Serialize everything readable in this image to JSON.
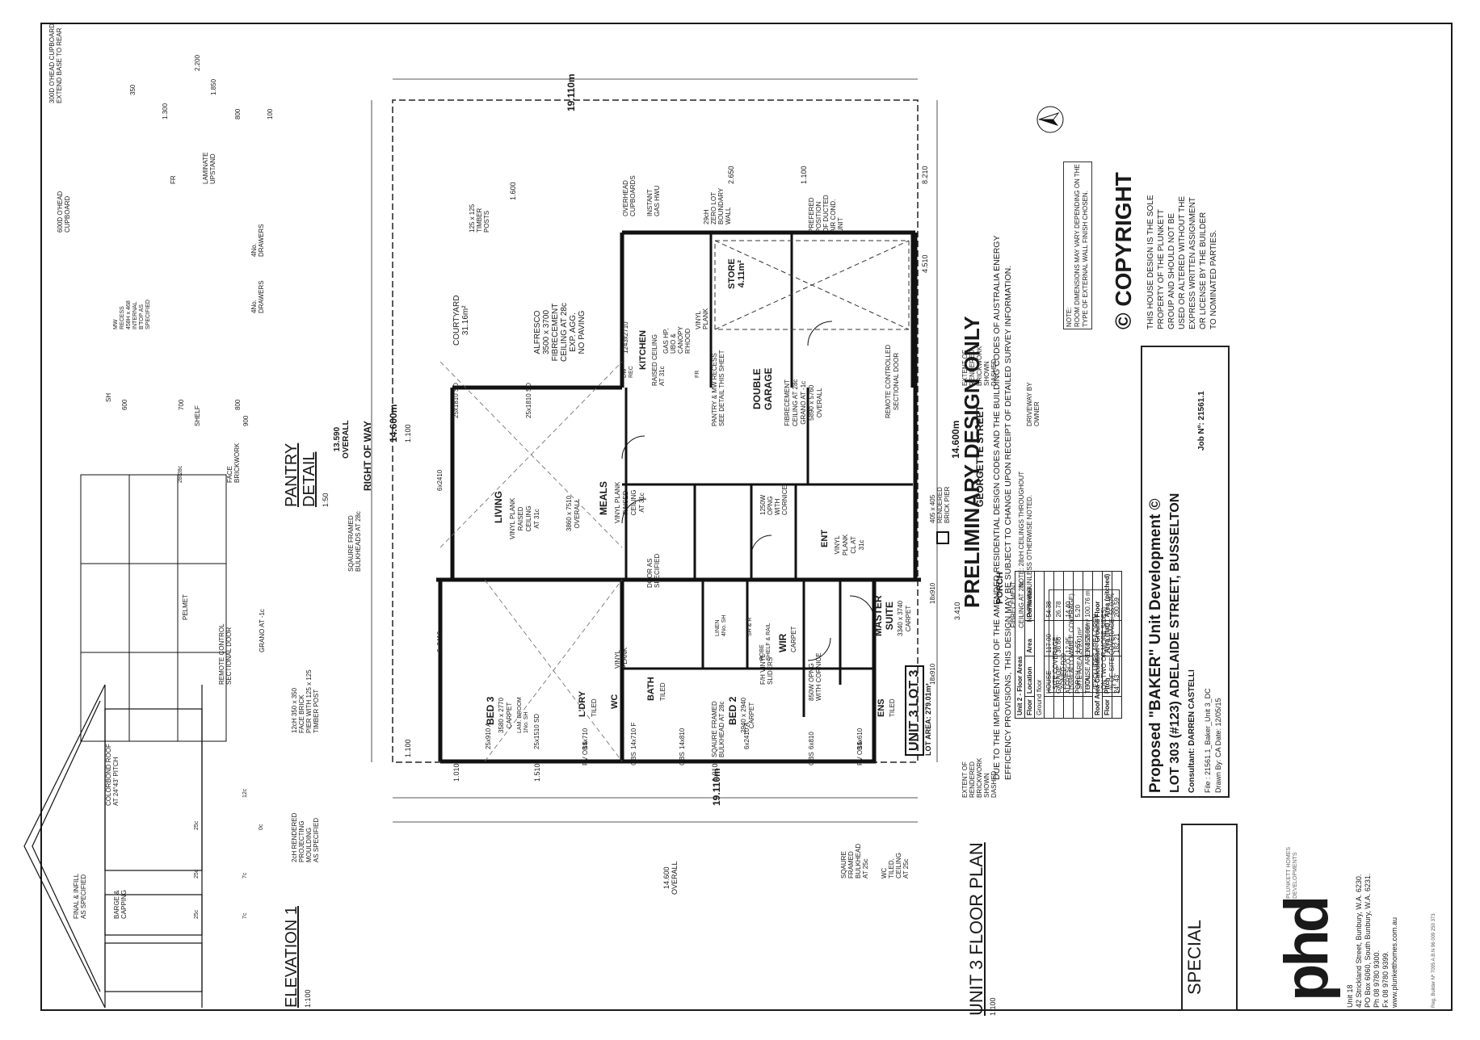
{
  "notice": {
    "title": "PRELIMINARY DESIGN ONLY",
    "text1": "DUE TO THE IMPLEMENTATION OF THE AMENDED RESIDENTIAL DESIGN CODES AND THE BUILDING CODES OF AUSTRALIA ENERGY",
    "text2": "EFFICIENCY PROVISIONS, THIS DESIGN MAY BE SUBJECT TO CHANGE UPON RECEIPT OF DETAILED SURVEY INFORMATION."
  },
  "copyright": {
    "title": "© COPYRIGHT",
    "lines": "THIS HOUSE DESIGN IS THE SOLE\nPROPERTY OF THE PLUNKETT\nGROUP AND SHOULD NOT BE\nUSED OR ALTERED WITHOUT THE\nEXPRESS WRITTEN ASSIGNMENT\nOR LICENSE BY THE BUILDER\nTO NOMINATED PARTIES.",
    "note": "NOTE:\nROOM DIMENSIONS MAY VARY DEPENDING ON THE\nTYPE OF EXTERNAL WALL FINISH CHOSEN."
  },
  "ceiling_note": "NOTE: 28cH CEILINGS THROUGHOUT\nUNLESS OTHERWISE NOTED.",
  "site_coverage": "SITE COVERAGE:\nZONED R20\n(55% ALLOWABLE COVERAGE)\nSITE AREA 279.01m²\nHOUSE AREA 153.66m²\n(EXCLUDES AREA OPEN\nON TWO OR MORE SIDES)\n% OF SITE COVERAGE: 55.07%",
  "floor_areas": {
    "title": "Unit 2 - Floor Areas",
    "headers": [
      "Floor",
      "Location",
      "Area",
      "Perimeter"
    ],
    "section": "Ground floor",
    "rows": [
      [
        "",
        "HOUSE",
        "117.00",
        "54.38"
      ],
      [
        "",
        "GARAGE",
        "36.66",
        "26.78"
      ],
      [
        "",
        "ALFRESCO",
        "12.95",
        "14.40"
      ],
      [
        "",
        "PORCH",
        "1.65",
        "5.20"
      ],
      [
        "",
        "TOTAL",
        "168.26 m²",
        "100.76 m"
      ]
    ]
  },
  "roof_areas": {
    "title": "Roof Area Calculation - Ground Floor",
    "headers": [
      "Floor",
      "Pitch",
      "Area (flat)",
      "Area (pitched)"
    ],
    "rows": [
      [
        "",
        "24° 43'",
        "182.21",
        "200.59"
      ]
    ]
  },
  "project": {
    "name": "Proposed \"BAKER\" Unit Development ©",
    "lot": "LOT 303 (#123) ADELAIDE STREET, BUSSELTON",
    "consultant": "Consultant: DARREN CASTELLI",
    "job": "Job Nº: 21561.1",
    "file": "File : 21561.1_Baker_Unit 3_DC",
    "drawn": "Drawn By: CA     Date: 12/05/15"
  },
  "special": "SPECIAL",
  "company": {
    "logo": "phd",
    "logo_sub": "PLUNKETT HOMES\nDEVELOPMENTS",
    "address": "Unit 18\n42 Strickland Street, Bunbury, W.A. 6230.\nPO Box 6060, South Bunbury, W.A. 6231.\nPh 08 9780 9300.\nFx 08 9780 9399.\nwww.plunketthomes.com.au",
    "reg": "Reg. Builder Nº 7095   A.B.N 96 009 250 373"
  },
  "titles": {
    "floor_plan": "UNIT 3 FLOOR PLAN",
    "floor_plan_scale": "1:100",
    "elevation": "ELEVATION 1",
    "elevation_scale": "1:100",
    "pantry": "PANTRY\nDETAIL",
    "pantry_scale": "1:50"
  },
  "streets": {
    "georgette": "GEORGETTE STREET",
    "right_of_way": "RIGHT OF WAY",
    "lot_label": "UNIT 3 LOT 3",
    "lot_area": "LOT AREA: 279.01m²"
  },
  "rooms": {
    "courtyard": "COURTYARD\n31.16m²",
    "alfresco": "ALFRESCO\n3500 x 3700\nFIBRECEMENT\nCEILING AT 28c\nEXP. AGG.\nNO PAVING",
    "kitchen": "KITCHEN",
    "kitchen_note": "RAISED CEILING\nAT 31c",
    "store": "STORE\n4.11m²",
    "garage": "DOUBLE\nGARAGE",
    "garage_note": "FIBRECEMENT\nCEILING AT 28c\nGRANO AT -1c\n5890 x 5760\nOVERALL",
    "remote_door": "REMOTE CONTROLLED\nSECTIONAL DOOR",
    "living": "LIVING",
    "living_note": "VINYL PLANK\nRAISED\nCEILING\nAT 31c",
    "meals": "MEALS",
    "meals_note": "VINYL PLANK\nRAISED\nCEILING\nAT 31c",
    "meals_dim": "3860 x 7510\nOVERALL",
    "ent": "ENT",
    "ent_note": "VINYL\nPLANK\nCL AT\n31c",
    "master": "MASTER\nSUITE",
    "master_note": "3340 x 3740\nCARPET",
    "porch": "PORCH",
    "porch_note": "FIBRECEMENT\nCEILING AT 28c\nNO PAVING",
    "bed3": "BED 3",
    "bed3_note": "3580 x 2770\nCARPET",
    "bed2": "BED 2",
    "bed2_note": "2940 x 2940\nCARPET",
    "bath": "BATH",
    "bath_note": "TILED",
    "ldry": "L'DRY",
    "ldry_note": "TILED",
    "wc": "WC",
    "wir": "WIR",
    "wir_note": "CARPET",
    "ens": "ENS",
    "ens_note": "TILED",
    "linen": "LINEN\n4No. SH",
    "robe": "ROBE\nSHELF & RAIL",
    "sh_r": "SH & R",
    "lam_broom": "LAM. BROOM\n1No. SH",
    "vinyl_plank": "VINYL\nPLANK"
  },
  "annotations": {
    "timber_posts": "125 x 125\nTIMBER\nPOSTS",
    "overhead_cupboards": "OVERHEAD\nCUPBOARDS",
    "instant_hwu": "INSTANT\nGAS HWU",
    "zero_lot": "29cH\nZERO LOT\nBOUNDARY\nWALL",
    "ducted": "PREFERED\nPOSITION\nOF DUCTED\nAIR COND.\nUNIT",
    "pantry_recess": "PANTRY & MW RECESS\nSEE DETAIL THIS SHEET",
    "rendered_brickwork": "EXTENT OF\nRENDERED\nBRICKWORK\nSHOWN\nDASHED",
    "rendered_brickwork2": "EXTENT OF\nRENDERED\nBRICKWORK\nSHOWN\nDASHED",
    "driveway": "DRIVEWAY BY\nOWNER",
    "brick_pier": "405 x 405\nRENDERED\nBRICK PIER",
    "bulkheads": "SQAURE FRAMED\nBULKHEADS AT 28c",
    "square_framed_bulkhead": "SQAURE FRAMED\nBULKHEAD AT 28c",
    "sqaure_bulkhead_bottom": "SQAURE\nFRAMED\nBULKHEAD\nAT 25c",
    "wc_note": "WC\nTILED,\nCEILING\nAT 25c",
    "opng_1250": "1250W\nOPNG\nWITH\nCORNICE",
    "opng_850": "850W OPNG\nWITH CORNICE",
    "sliders": "F/H VINYL\nSLIDERS",
    "door_specified": "DOOR AS\nSPECIFIED",
    "kitchen_items": "GAS HP,\nUBO &\nCANOPY\nR'HOOD",
    "kitchen_dim": "1243x2710",
    "kitchen_dw": "DW\nREC",
    "kitchen_fr": "FR",
    "kitchen_gl": "VINYL\nPLANK"
  },
  "dimensions": {
    "top_19110": "19.110m",
    "bottom_19110": "19.110m",
    "left_13590": "13.590\nOVERALL",
    "left_14600": "14.600m",
    "right_14600": "14.600m",
    "top_2650": "2.650",
    "top_8210": "8.210",
    "right_4510": "4.510",
    "right_3410": "3.410",
    "top_1600": "1.600",
    "top_1100a": "1.100",
    "bottom_overall": "14.600\nOVERALL",
    "b1010a": "1.010",
    "b1510": "1.510",
    "b1010b": "1.010",
    "l1100a": "1.100",
    "l1100b": "1.100",
    "win_25x1810": "25x1810  SD",
    "win_25x1810b": "25x1810  SD",
    "win_6x2410a": "6x2410",
    "win_6x2410b": "6x2410",
    "win_25x910": "25x910 A",
    "win_25x1510": "25x1510  SD",
    "win_14x710": "14x710",
    "win_14x710f": "14x710 F",
    "win_14x810": "14x810",
    "win_6x2410a2": "6x2410 A",
    "win_6x810": "6x810",
    "win_14x610": "14x610",
    "win_18x910a": "18x910",
    "win_18x910b": "18x910",
    "pv_obs": "PV OBS",
    "pv_obs2": "PV OBS",
    "obs1": "OBS",
    "obs2": "OBS",
    "obs3": "OBS"
  },
  "elevation": {
    "final_infill": "FINAL & INFILL\nAS SPECIFIED",
    "barge": "BARGE &\nCAPPING",
    "roof": "COLORBOND ROOF\nAT 24°43' PITCH",
    "projecting": "2cH RENDERED\nPROJECTING\nMOULDING\nAS SPECIFIED",
    "pier": "12cH 350 x 350\nFACE BRICK\nPIER WITH 125 x 125\nTIMBER POST",
    "remote": "REMOTE CONTROL\nSECTIONAL DOOR",
    "grano": "GRANO AT -1c",
    "pelmet": "PELMET",
    "face_brickwork": "FACE\nBRICKWORK",
    "c25a": "25c",
    "c25b": "25c",
    "c25c": "25c",
    "c7a": "7c",
    "c7b": "7c",
    "c12": "12c",
    "c0": "0c",
    "c28a": "28c",
    "c28b": "28c"
  },
  "pantry_detail": {
    "oh_600": "600D O'HEAD\nCUPBOARD",
    "oh_300": "300D O'HEAD CUPBOARD\nEXTEND BASE TO REAR",
    "mw": "MW\nRECESS\n458H x 468\nINTERNAL\nB'TOP AS\nSPECIFIED",
    "shelf": "SHELF",
    "sh": "SH",
    "fr": "FR",
    "laminate": "LAMINATE\nUPSTAND",
    "drawers": "4No.\nDRAWERS",
    "drawers2": "4No.\nDRAWERS",
    "d2200": "2.200",
    "d350": "350",
    "d1850": "1.850",
    "d1300": "1.300",
    "d800": "800",
    "d100": "100",
    "d600": "600",
    "d700": "700",
    "d800b": "800",
    "d900": "900"
  }
}
